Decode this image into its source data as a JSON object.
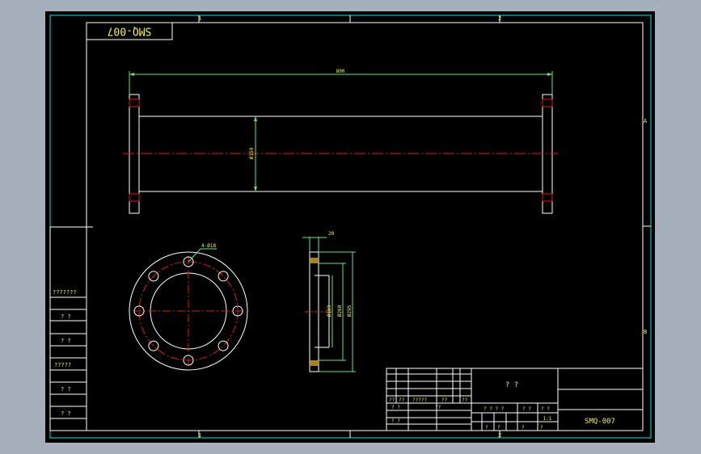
{
  "drawing": {
    "code_stamp": "SMQ-007",
    "title_main": "? ?",
    "drawing_number": "SMQ-007",
    "scale": "1:1",
    "zone_labels": [
      "1",
      "2",
      "A",
      "B"
    ],
    "dims": {
      "overall_length": "800",
      "pipe_diameter": "Ø159",
      "bolt_holes": "4-Ø18",
      "thickness": "20",
      "inner_diameter": "Ø159",
      "bolt_circle": "Ø260",
      "outer_diameter": "Ø295"
    },
    "revision_block": {
      "r1": "???????",
      "r2": "? ?",
      "r3": "? ?",
      "r4": "?????",
      "r5": "? ?",
      "r6": "? ?"
    },
    "title_block": {
      "c1": "??",
      "c2": "??",
      "c3": "?????",
      "c4": "??",
      "c5": "??",
      "d1": "? ?",
      "d2": "? ?",
      "d3": "??",
      "s1": "? ? ? ?",
      "s2": "? ?",
      "s3": "? ?",
      "s4": "?",
      "s5": "?",
      "s6": "?",
      "s7": "?"
    }
  },
  "colors": {
    "background": "#000000",
    "frame": "#ffffff",
    "accent_border": "#00e6e6",
    "text": "#f2f24a",
    "centerline": "#e01818",
    "dimension": "#5ee87a"
  }
}
